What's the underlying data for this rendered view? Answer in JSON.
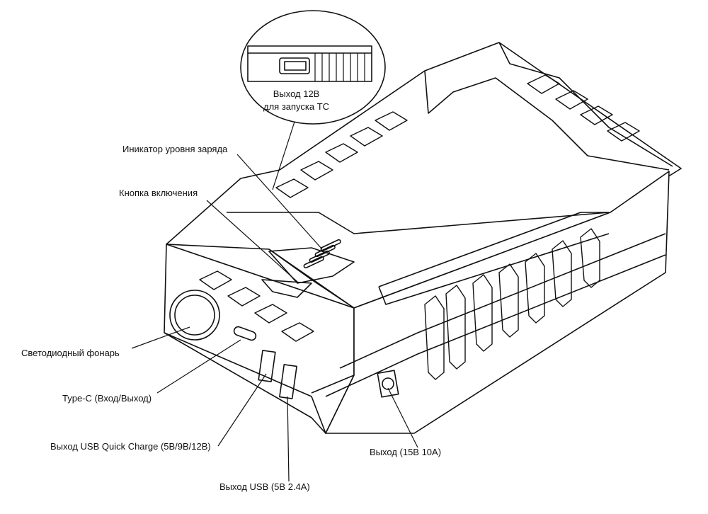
{
  "labels": {
    "output_12v_line1": "Выход 12В",
    "output_12v_line2": "для запуска ТС",
    "charge_indicator": "Иникатор уровня заряда",
    "power_button": "Кнопка включения",
    "led_flashlight": "Светодиодный фонарь",
    "type_c": "Type-C (Вход/Выход)",
    "usb_quick_charge": "Выход USB Quick Charge (5В/9В/12В)",
    "usb_output": "Выход USB (5В 2.4А)",
    "dc_output": "Выход (15В 10А)"
  },
  "colors": {
    "line": "#111111",
    "background": "#ffffff"
  }
}
